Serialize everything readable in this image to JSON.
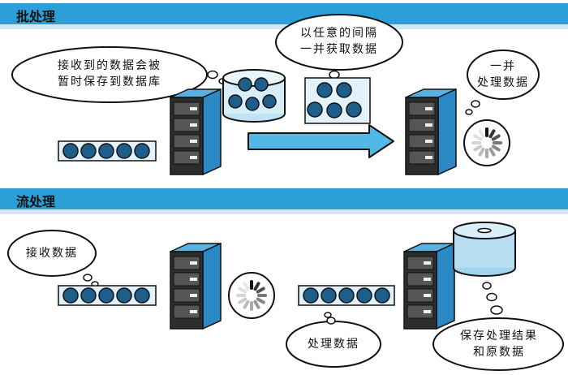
{
  "batch": {
    "title": "批处理",
    "bubble_store": [
      "接收到的数据会被",
      "暂时保存到数据库"
    ],
    "bubble_fetch": [
      "以任意的间隔",
      "一并获取数据"
    ],
    "bubble_process": [
      "一并",
      "处理数据"
    ]
  },
  "stream": {
    "title": "流处理",
    "bubble_receive": "接收数据",
    "bubble_process": "处理数据",
    "bubble_save": [
      "保存处理结果",
      "和原数据"
    ]
  },
  "colors": {
    "band": "#2a9fd8",
    "band_light": "#cfe9f7",
    "data_dot": "#1d5f8a",
    "tray": "#e2f1fa",
    "server_dark": "#2d2d2d",
    "server_side": "#2a88c4",
    "arrow": "#52b8e8",
    "disk": "#7fc6ea"
  },
  "icons": [
    "server-icon",
    "database-icon",
    "spinner-icon",
    "arrow-right-icon",
    "data-packet-icon"
  ]
}
